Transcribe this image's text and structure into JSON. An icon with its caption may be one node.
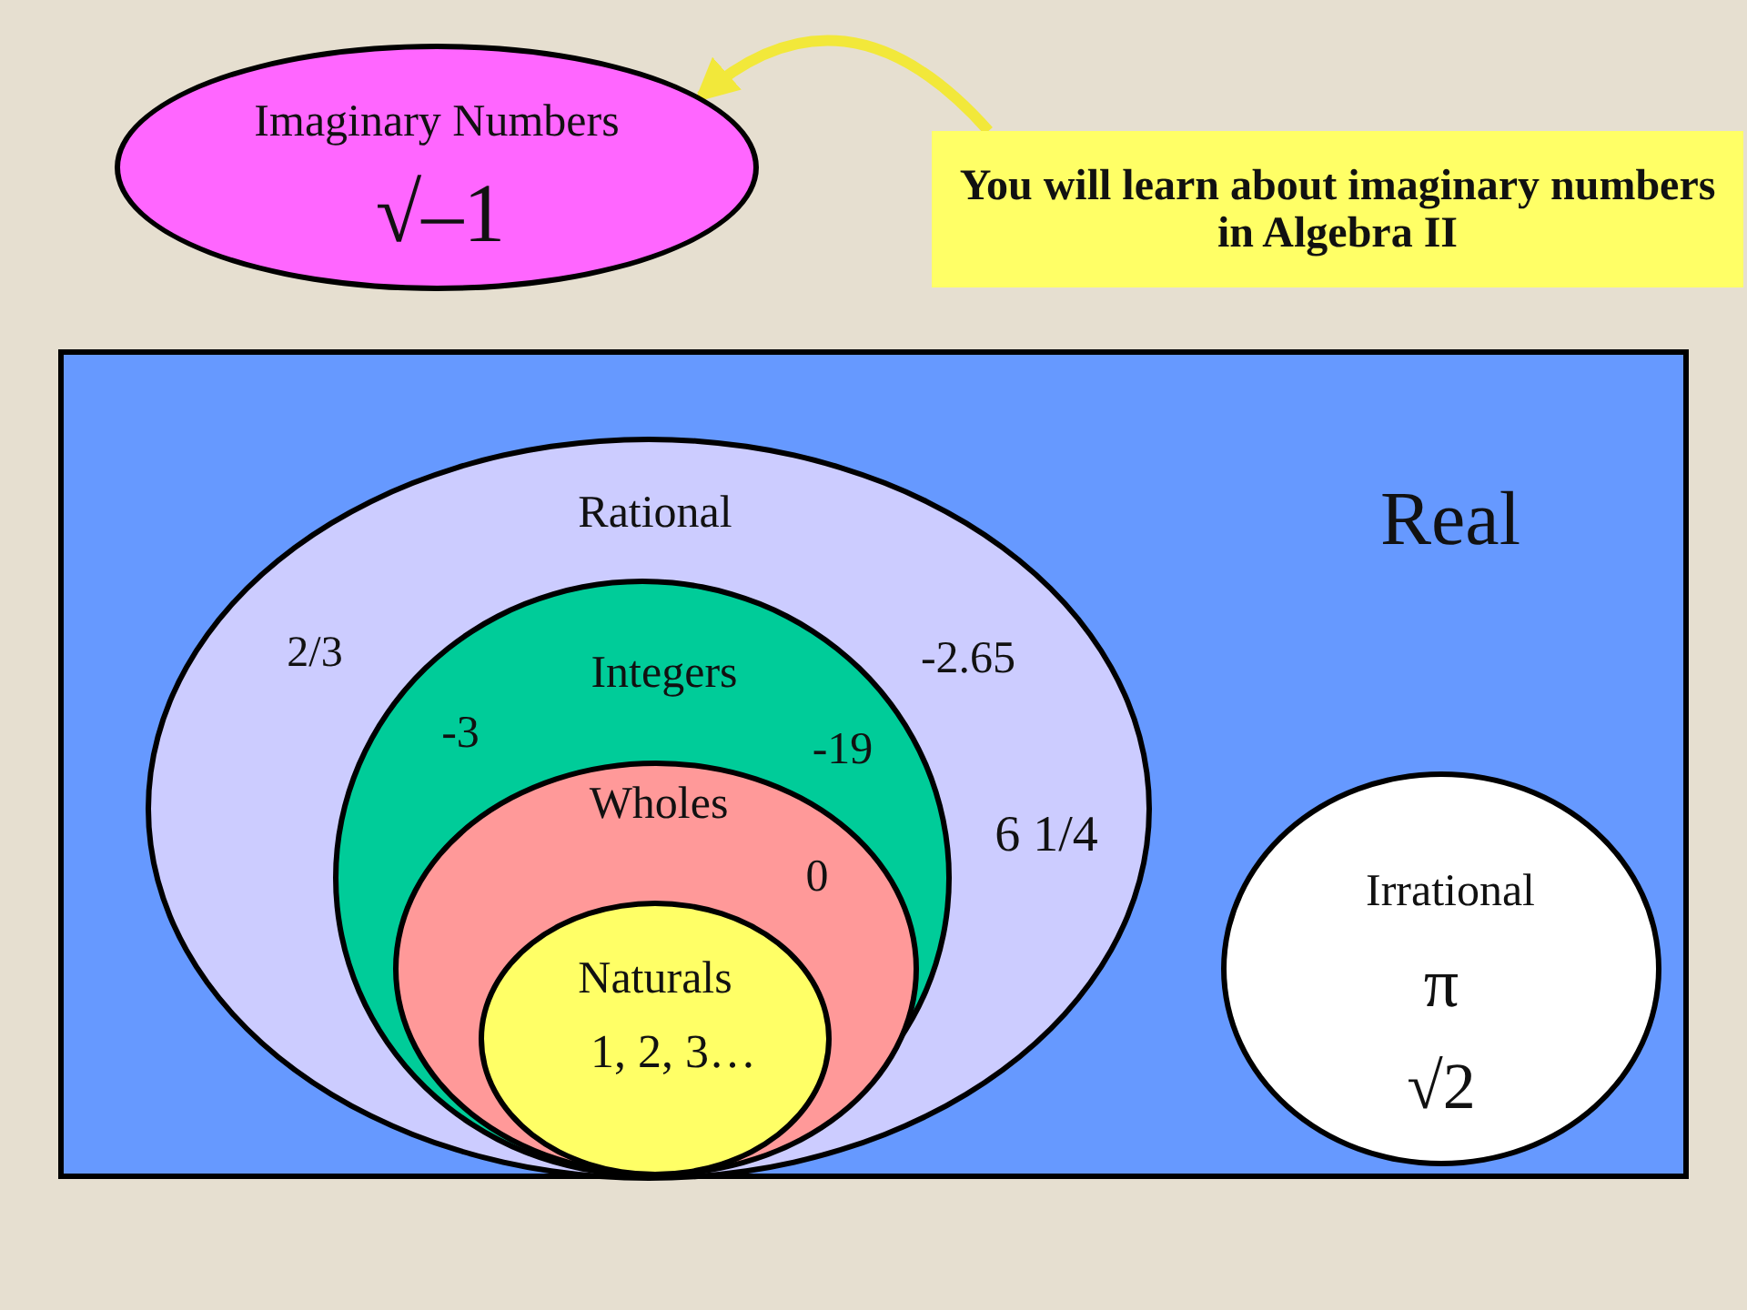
{
  "diagram": {
    "nodes": [
      {
        "text": [
          "Imaginary Numbers",
          "√–1"
        ]
      },
      {
        "text": [
          "You will learn about imaginary numbers in Algebra II"
        ]
      },
      {
        "text": [
          "Real"
        ]
      },
      {
        "text": [
          "Rational",
          "2/3",
          "-2.65",
          "6 1/4"
        ],
        "in": 2
      },
      {
        "text": [
          "Integers",
          "-3",
          "-19"
        ],
        "in": 3
      },
      {
        "text": [
          "Wholes",
          "0"
        ],
        "in": 4
      },
      {
        "text": [
          "Naturals",
          "1, 2, 3…"
        ],
        "in": 5
      },
      {
        "text": [
          "Irrational",
          "π",
          "√2"
        ],
        "in": 2
      }
    ],
    "edges": [
      {
        "from": 1,
        "to": 0,
        "arrow": "to"
      }
    ]
  }
}
